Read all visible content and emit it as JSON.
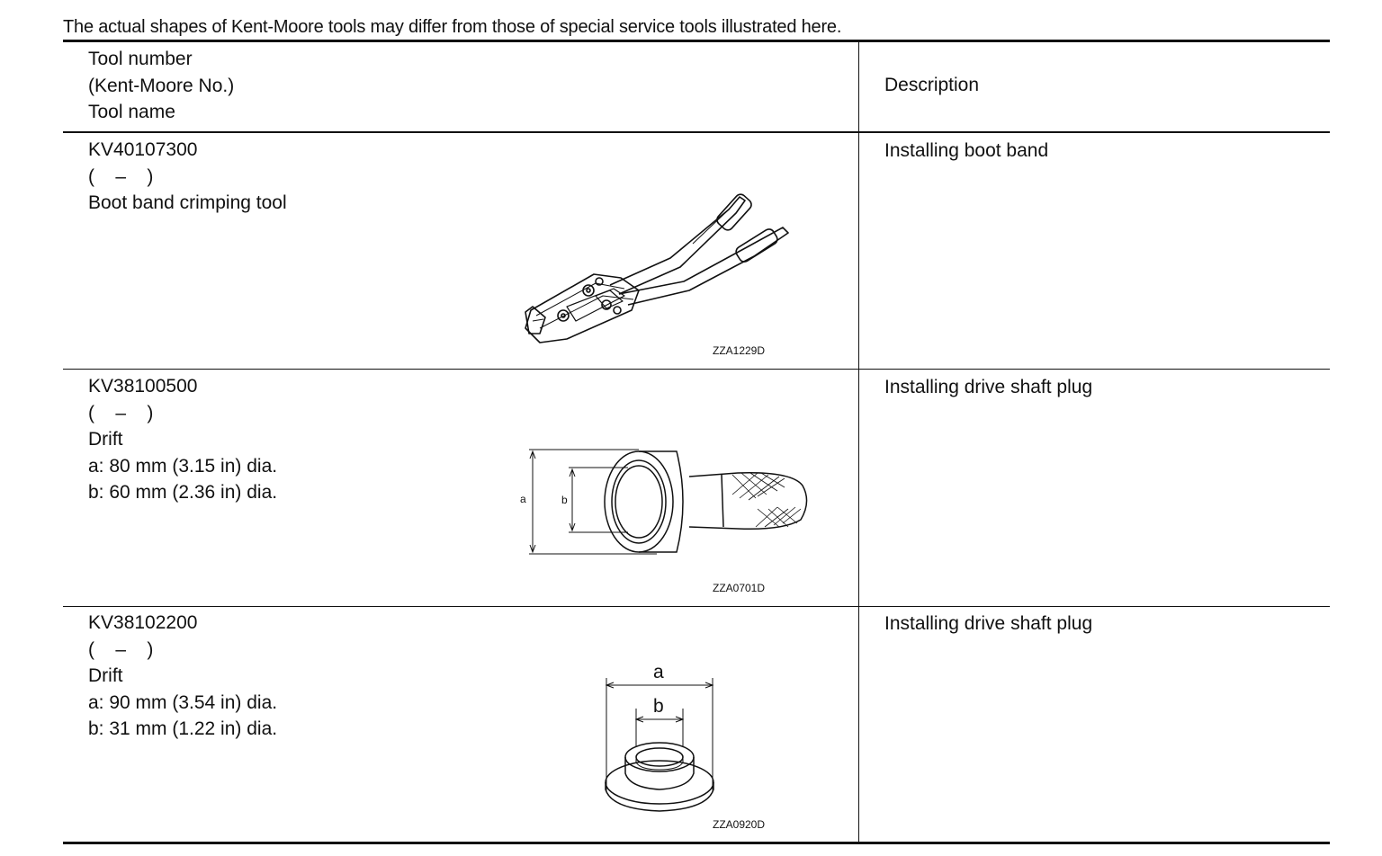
{
  "intro": "The actual shapes of Kent-Moore tools may differ from those of special service tools illustrated here.",
  "header": {
    "col1": [
      "Tool number",
      "(Kent-Moore No.)",
      "Tool name"
    ],
    "col2": "Description"
  },
  "rows": [
    {
      "tool_number": "KV40107300",
      "kent_moore": "(    –    )",
      "tool_name": "Boot band crimping tool",
      "specs": [],
      "figure_code": "ZZA1229D",
      "figure_icon": "boot-band-crimping-tool",
      "description": "Installing boot band"
    },
    {
      "tool_number": "KV38100500",
      "kent_moore": "(    –    )",
      "tool_name": "Drift",
      "specs": [
        "a: 80 mm (3.15 in) dia.",
        "b: 60 mm (2.36 in) dia."
      ],
      "figure_code": "ZZA0701D",
      "figure_icon": "drift-tool-side",
      "figure_labels": {
        "a": "a",
        "b": "b"
      },
      "description": "Installing drive shaft plug"
    },
    {
      "tool_number": "KV38102200",
      "kent_moore": "(    –    )",
      "tool_name": "Drift",
      "specs": [
        "a: 90 mm (3.54 in) dia.",
        "b: 31 mm (1.22 in) dia."
      ],
      "figure_code": "ZZA0920D",
      "figure_icon": "drift-tool-perspective",
      "figure_labels": {
        "a": "a",
        "b": "b"
      },
      "description": "Installing drive shaft plug"
    }
  ]
}
